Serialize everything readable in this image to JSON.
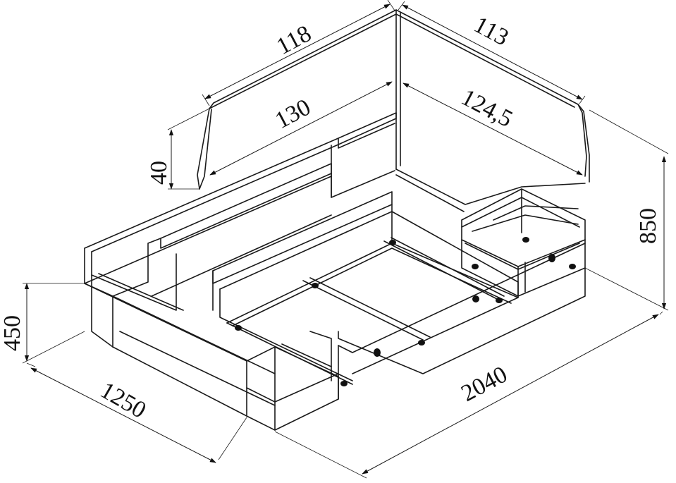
{
  "dimensions": {
    "backrest_outer_left": "118",
    "backrest_outer_right": "113",
    "backrest_inner_left": "130",
    "backrest_inner_right": "124,5",
    "backrest_height": "40",
    "total_height": "850",
    "side_height": "450",
    "width": "1250",
    "length": "2040"
  }
}
